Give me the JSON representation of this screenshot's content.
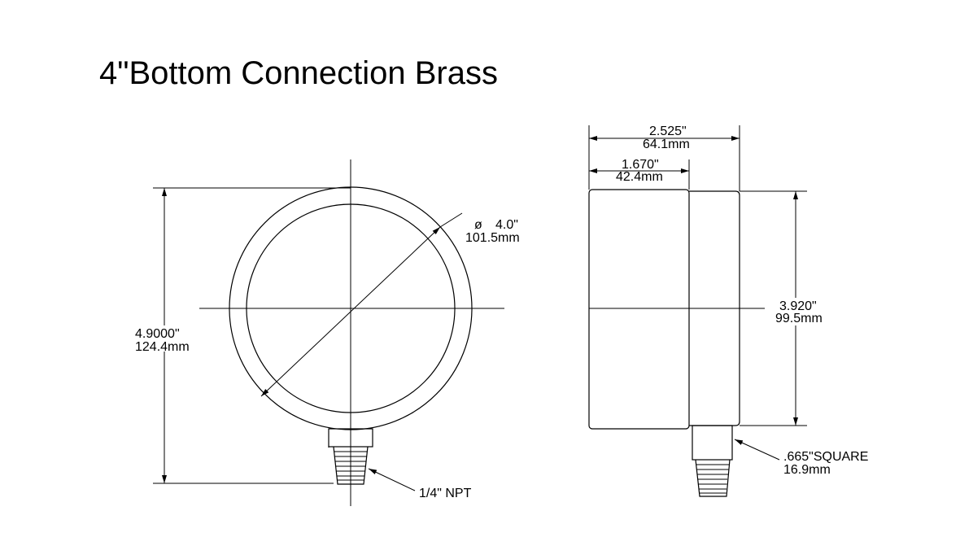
{
  "title": "4\"Bottom Connection Brass",
  "dimensions": {
    "diameter_symbol": "ø",
    "diameter_in": "4.0\"",
    "diameter_mm": "101.5mm",
    "height_in": "4.9000\"",
    "height_mm": "124.4mm",
    "depth_total_in": "2.525\"",
    "depth_total_mm": "64.1mm",
    "depth_case_in": "1.670\"",
    "depth_case_mm": "42.4mm",
    "case_height_in": "3.920\"",
    "case_height_mm": "99.5mm",
    "thread_label": "1/4\" NPT",
    "square_in": ".665\"SQUARE",
    "square_mm": "16.9mm"
  }
}
